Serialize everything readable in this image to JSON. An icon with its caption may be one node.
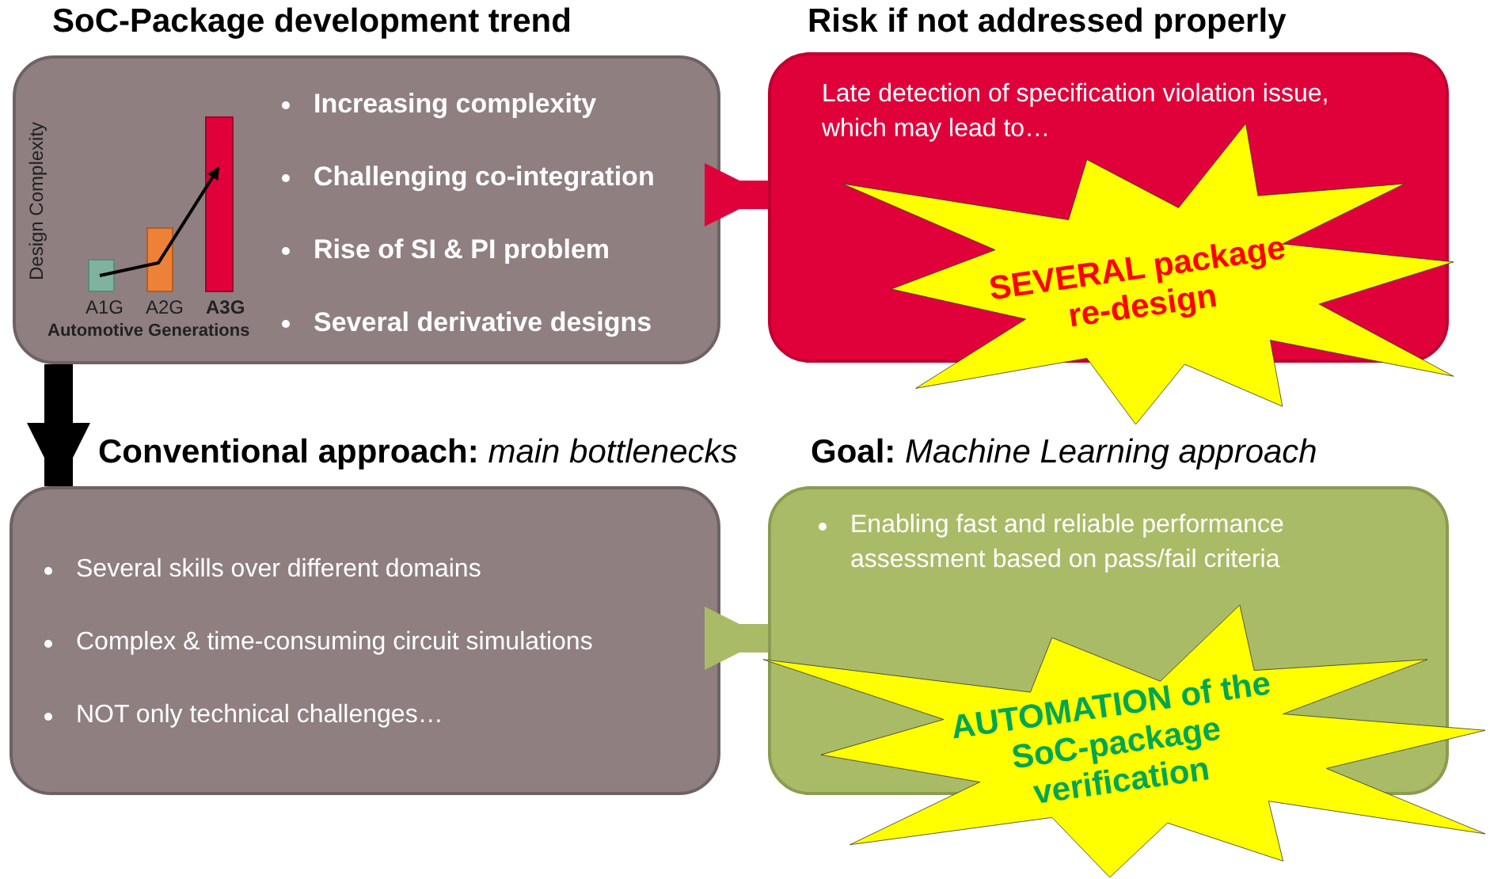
{
  "diagram": {
    "nodes": [
      {
        "text": [
          "SoC-Package development trend",
          "Increasing complexity",
          "Challenging co-integration",
          "Rise of SI & PI problem",
          "Several derivative designs"
        ]
      },
      {
        "text": [
          "Risk if not addressed properly",
          "Late detection of specification violation issue, which may lead to…"
        ]
      },
      {
        "text": [
          "SEVERAL package re-design"
        ]
      },
      {
        "text": [
          "**Conventional approach:** *main bottlenecks*",
          "Several skills over different domains",
          "Complex & time-consuming circuit simulations",
          "NOT only technical challenges…"
        ]
      },
      {
        "text": [
          "**Goal:** *Machine Learning approach*",
          "Enabling fast and reliable performance assessment based on pass/fail criteria"
        ]
      },
      {
        "text": [
          "AUTOMATION of the SoC-package verification"
        ]
      }
    ],
    "edges": [
      {
        "from": 0,
        "to": 1,
        "arrow": "to",
        "color": "#e0003a"
      },
      {
        "from": 0,
        "to": 3,
        "arrow": "to",
        "color": "#000000"
      },
      {
        "from": 3,
        "to": 4,
        "arrow": "to",
        "color": "#a9bb67"
      }
    ],
    "labels": [
      "Design Complexity",
      "A1G",
      "A2G",
      "A3G",
      "Automotive Generations"
    ]
  }
}
